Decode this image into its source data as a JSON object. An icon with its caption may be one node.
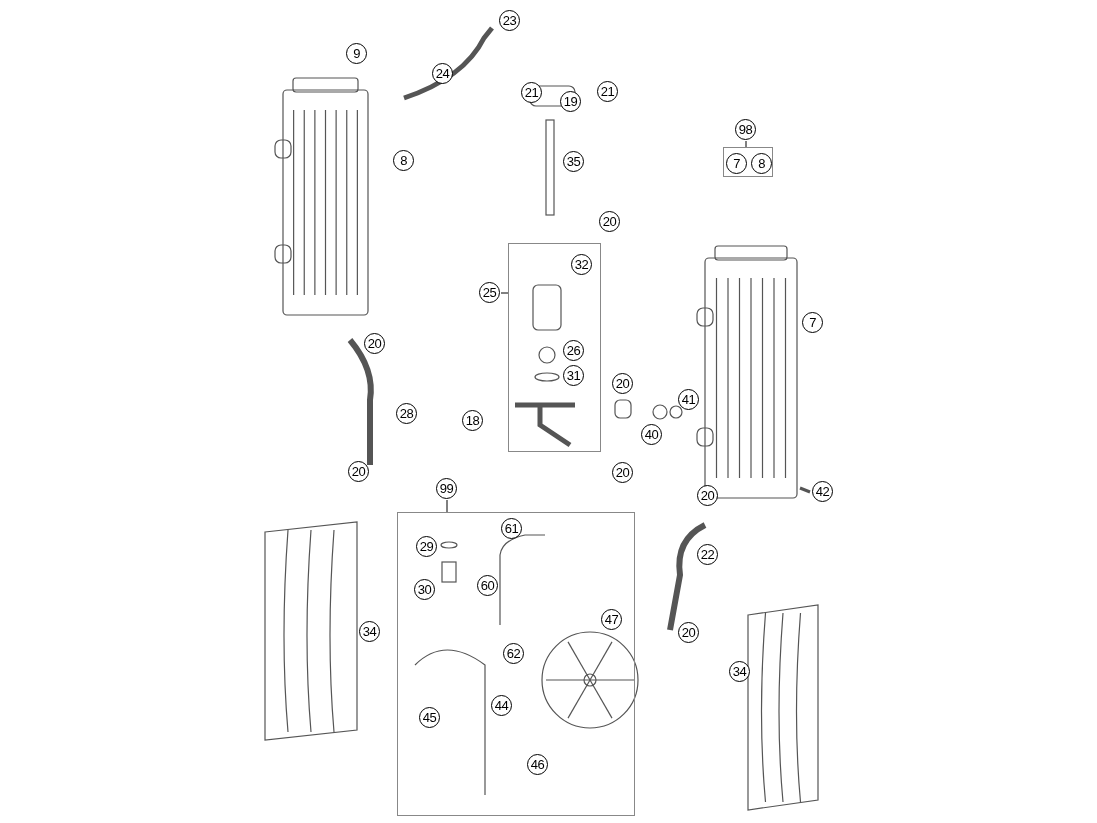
{
  "diagram": {
    "nodes": [
      {
        "text": [
          "23"
        ]
      },
      {
        "text": [
          "9"
        ]
      },
      {
        "text": [
          "24"
        ]
      },
      {
        "text": [
          "21"
        ]
      },
      {
        "text": [
          "19"
        ]
      },
      {
        "text": [
          "21"
        ]
      },
      {
        "text": [
          "98"
        ]
      },
      {
        "text": [],
        "shape": "box"
      },
      {
        "text": [
          "7"
        ],
        "in": 7
      },
      {
        "text": [
          "8"
        ],
        "in": 7
      },
      {
        "text": [
          "8"
        ]
      },
      {
        "text": [
          "35"
        ]
      },
      {
        "text": [
          "20"
        ]
      },
      {
        "text": [],
        "shape": "box"
      },
      {
        "text": [
          "32"
        ],
        "in": 13
      },
      {
        "text": [
          "25"
        ]
      },
      {
        "text": [
          "7"
        ]
      },
      {
        "text": [
          "20"
        ]
      },
      {
        "text": [
          "26"
        ],
        "in": 13
      },
      {
        "text": [
          "31"
        ],
        "in": 13
      },
      {
        "text": [
          "20"
        ]
      },
      {
        "text": [
          "41"
        ]
      },
      {
        "text": [
          "28"
        ]
      },
      {
        "text": [
          "18"
        ]
      },
      {
        "text": [
          "40"
        ]
      },
      {
        "text": [
          "20"
        ]
      },
      {
        "text": [
          "20"
        ]
      },
      {
        "text": [
          "99"
        ]
      },
      {
        "text": [
          "42"
        ]
      },
      {
        "text": [
          "20"
        ]
      },
      {
        "text": [],
        "shape": "box"
      },
      {
        "text": [
          "61"
        ],
        "in": 30
      },
      {
        "text": [
          "29"
        ],
        "in": 30
      },
      {
        "text": [
          "22"
        ]
      },
      {
        "text": [
          "60"
        ],
        "in": 30
      },
      {
        "text": [
          "30"
        ],
        "in": 30
      },
      {
        "text": [
          "47"
        ],
        "in": 30
      },
      {
        "text": [
          "34"
        ]
      },
      {
        "text": [
          "20"
        ]
      },
      {
        "text": [
          "62"
        ],
        "in": 30
      },
      {
        "text": [
          "34"
        ]
      },
      {
        "text": [
          "44"
        ],
        "in": 30
      },
      {
        "text": [
          "45"
        ],
        "in": 30
      },
      {
        "text": [
          "46"
        ],
        "in": 30
      }
    ],
    "edges": [
      {
        "from": 6,
        "to": 7,
        "arrow": "none"
      },
      {
        "from": 15,
        "to": 13,
        "arrow": "none"
      },
      {
        "from": 27,
        "to": 30,
        "arrow": "none"
      }
    ]
  }
}
